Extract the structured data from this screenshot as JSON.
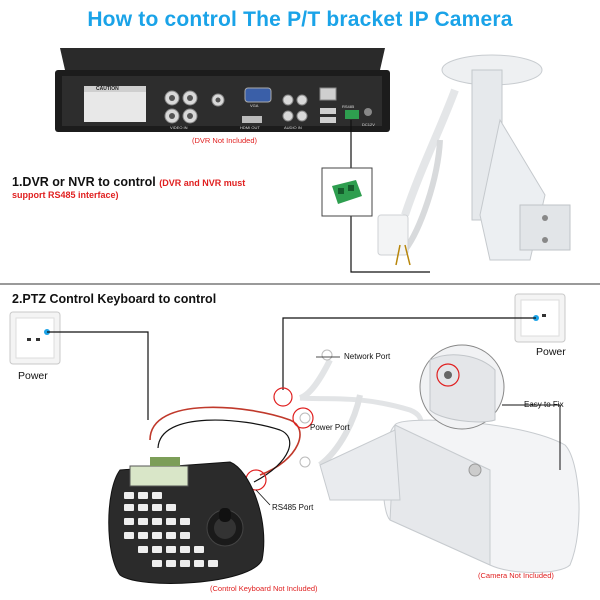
{
  "title": "How to control The P/T bracket IP Camera",
  "section1": {
    "heading": "1.DVR or NVR to control",
    "requirement_line1": "(DVR and NVR must",
    "requirement_line2": "support RS485 interface)",
    "dvr_note": "(DVR Not Included)"
  },
  "section2": {
    "heading": "2.PTZ Control Keyboard to control",
    "power_left": "Power",
    "power_right": "Power",
    "network_port": "Network Port",
    "power_port": "Power Port",
    "rs485_port": "RS485 Port",
    "easy_to_fix": "Easy to Fix",
    "keyboard_note": "(Control Keyboard Not Included)",
    "camera_note": "(Camera Not Included)"
  },
  "dvr_labels": {
    "caution": "CAUTION",
    "video_in": "VIDEO IN",
    "vga": "VGA",
    "hdmi_out": "HDMI OUT",
    "audio_in": "AUDIO IN",
    "rs485": "RS485",
    "power": "DC12V"
  },
  "colors": {
    "title": "#1aa3e8",
    "note": "#e02020",
    "wire": "#111111",
    "red_wire": "#c0392b",
    "connector_green": "#2e9e4f"
  }
}
